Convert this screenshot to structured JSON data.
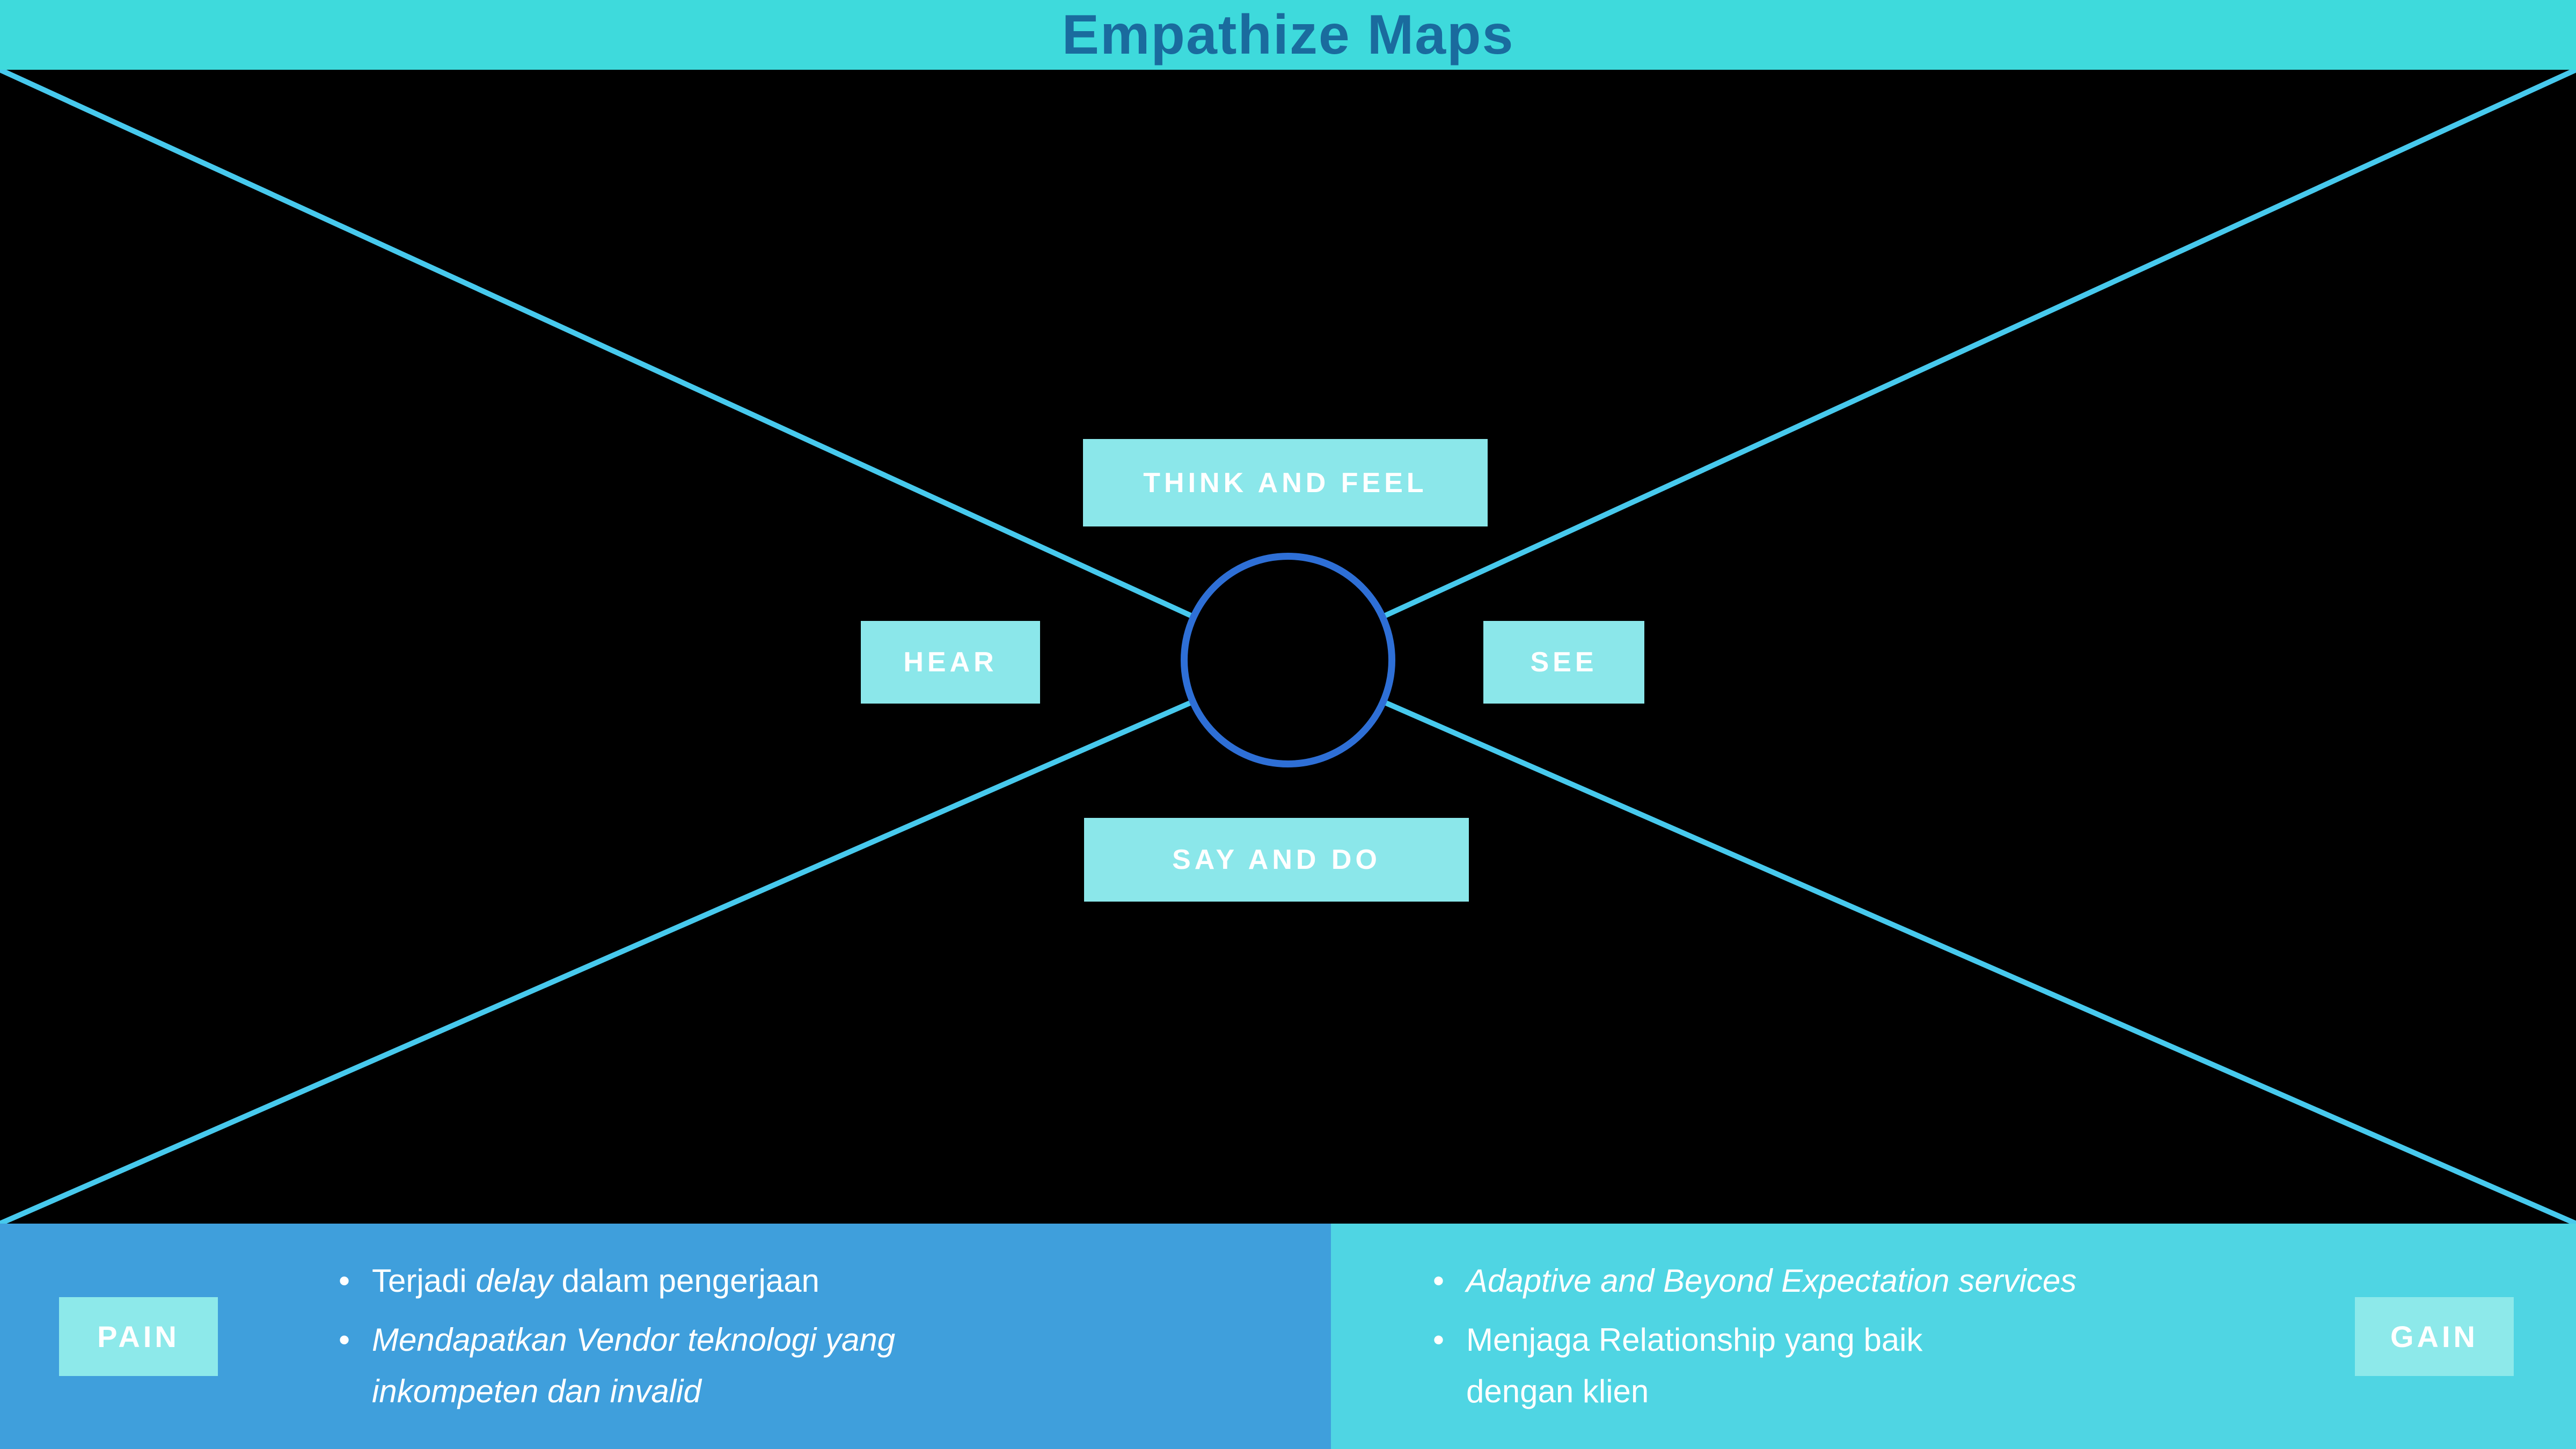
{
  "title": "Empathize Maps",
  "quadrants": {
    "think_feel": "THINK AND FEEL",
    "hear": "HEAR",
    "see": "SEE",
    "say_do": "SAY AND DO"
  },
  "pain": {
    "label": "PAIN",
    "items": [
      {
        "segments": [
          {
            "text": "Terjadi ",
            "italic": false
          },
          {
            "text": "delay",
            "italic": true
          },
          {
            "text": " dalam pengerjaan",
            "italic": false
          }
        ]
      },
      {
        "segments": [
          {
            "text": "Mendapatkan Vendor teknologi yang",
            "italic": true
          },
          {
            "text": "inkompeten dan invalid",
            "italic": true
          }
        ]
      }
    ]
  },
  "gain": {
    "label": "GAIN",
    "items": [
      {
        "segments": [
          {
            "text": "Adaptive and Beyond Expectation services",
            "italic": true
          }
        ]
      },
      {
        "segments": [
          {
            "text": "Menjaga Relationship yang baik",
            "italic": false
          },
          {
            "text": "dengan klien",
            "italic": false
          }
        ]
      }
    ]
  },
  "colors": {
    "header_bg": "#3EDADC",
    "title_text": "#1A6B9E",
    "map_bg": "#000000",
    "diagonal_line": "#47C9ED",
    "circle_border": "#2E6FD6",
    "label_bg": "#8BE7EA",
    "label_text": "#FFFFFF",
    "pain_panel_bg": "#3F9FDC",
    "gain_panel_bg": "#4FD5E3",
    "badge_bg": "#8DE9EA",
    "body_text": "#FFFFFF"
  }
}
